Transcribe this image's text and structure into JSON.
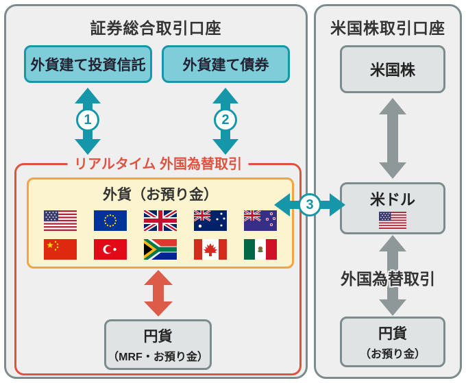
{
  "left_panel": {
    "title": "証券総合取引口座",
    "investment_trust_label": "外貨建て投資信託",
    "bond_label": "外貨建て債券",
    "step1": "1",
    "step2": "2",
    "fx_section": {
      "label": "リアルタイム 外国為替取引",
      "deposit_title": "外貨（お預り金）",
      "yen_box": {
        "line1": "円貨",
        "line2": "（MRF・お預り金）"
      }
    }
  },
  "connector": {
    "step3": "3"
  },
  "right_panel": {
    "title": "米国株取引口座",
    "us_stock_label": "米国株",
    "usd_label": "米ドル",
    "fx_label": "外国為替取引",
    "yen_box": {
      "line1": "円貨",
      "line2": "（お預り金）"
    }
  },
  "flags": [
    "United States",
    "European Union",
    "United Kingdom",
    "Australia",
    "New Zealand",
    "China",
    "Turkey",
    "South Africa",
    "Canada",
    "Mexico"
  ],
  "usd_flag": "United States",
  "colors": {
    "teal": "#1597a9",
    "teal_light": "#7ecdd8",
    "red": "#e0513f",
    "red_arrow": "#dc5b49",
    "orange": "#f2a442",
    "cream": "#fcf3cf",
    "gray_border": "#7c8b8b",
    "gray_fill": "#dfe3e3",
    "gray_arrow": "#8e9898",
    "panel_fill": "#efefef"
  }
}
